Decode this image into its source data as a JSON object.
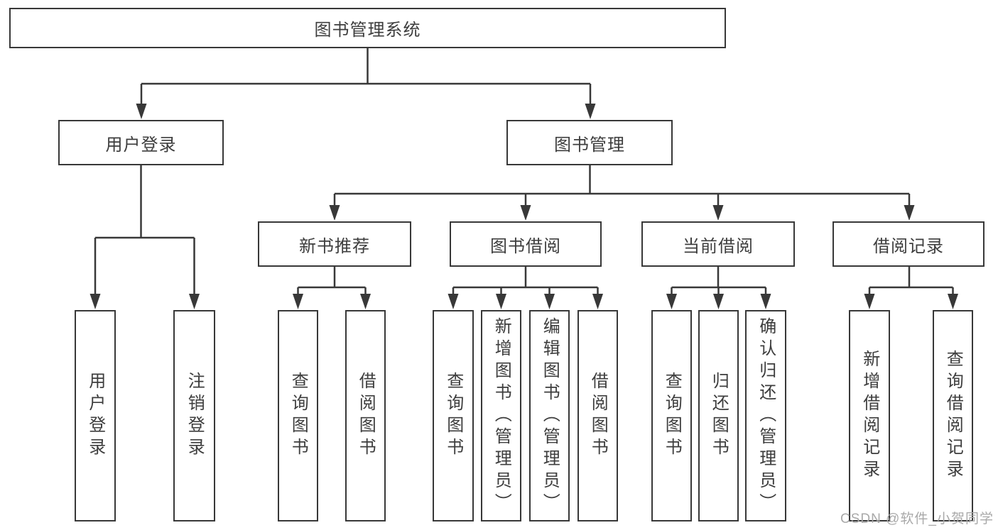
{
  "diagram": {
    "root": {
      "label": "图书管理系统"
    },
    "level2": [
      {
        "label": "用户登录"
      },
      {
        "label": "图书管理"
      }
    ],
    "level3": [
      {
        "label": "新书推荐"
      },
      {
        "label": "图书借阅"
      },
      {
        "label": "当前借阅"
      },
      {
        "label": "借阅记录"
      }
    ],
    "leaves": {
      "user_login": [
        "用户登录",
        "注销登录"
      ],
      "new_books": [
        "查询图书",
        "借阅图书"
      ],
      "book_borrow": [
        "查询图书",
        "新增图书（管理员）",
        "编辑图书（管理员）",
        "借阅图书"
      ],
      "current_borrow": [
        "查询图书",
        "归还图书",
        "确认归还（管理员）"
      ],
      "borrow_records": [
        "新增借阅记录",
        "查询借阅记录"
      ]
    }
  },
  "watermark": "CSDN @软件_小贺同学",
  "colors": {
    "line": "#383838",
    "text": "#3d3d3d",
    "watermark": "#a9a9a9",
    "background": "#ffffff"
  }
}
